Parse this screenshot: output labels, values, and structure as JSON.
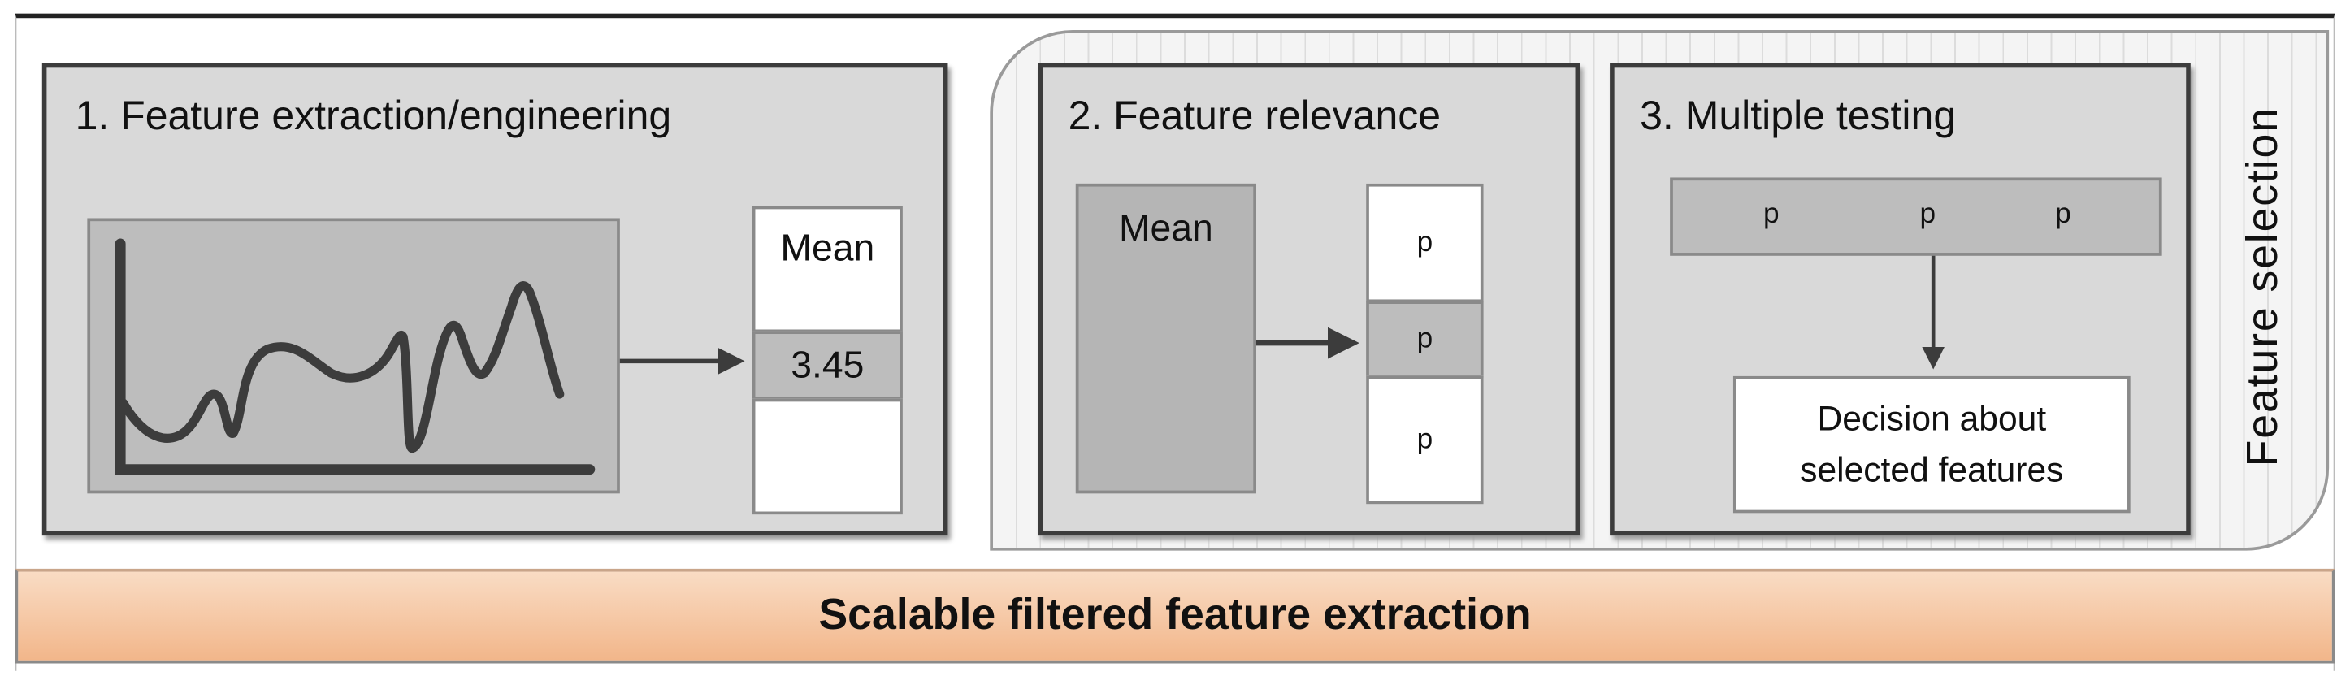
{
  "step1": {
    "title": "1. Feature extraction/engineering",
    "column_header": "Mean",
    "value": "3.45"
  },
  "step2": {
    "title": "2. Feature relevance",
    "input_label": "Mean",
    "p_values": [
      "p",
      "p",
      "p"
    ]
  },
  "step3": {
    "title": "3. Multiple testing",
    "p_values": [
      "p",
      "p",
      "p"
    ],
    "decision": "Decision about selected features"
  },
  "feature_selection_label": "Feature selection",
  "bottom_bar": {
    "label": "Scalable filtered feature extraction",
    "color": "#f2b68a"
  }
}
